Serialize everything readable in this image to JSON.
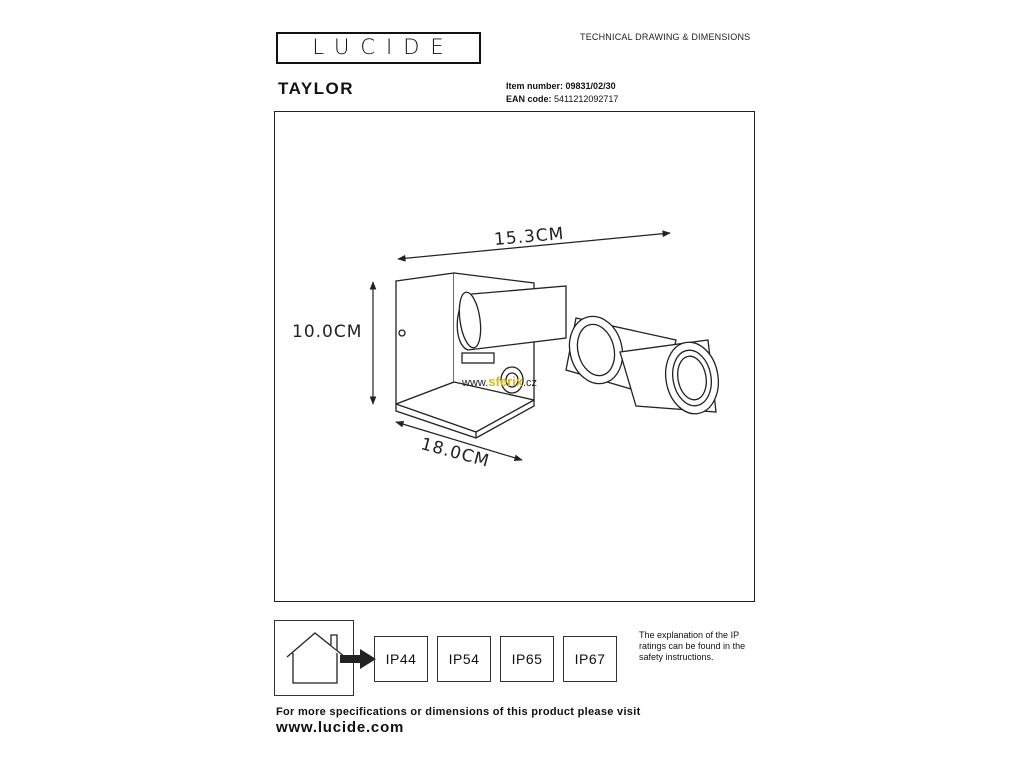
{
  "header": {
    "logo_text": "LUCIDE",
    "document_title": "TECHNICAL DRAWING & DIMENSIONS",
    "product_name": "TAYLOR",
    "item_number_label": "Item number:",
    "item_number_value": "09831/02/30",
    "ean_label": "EAN code:",
    "ean_value": "5411212092717"
  },
  "drawing": {
    "dimension_width": "15.3CM",
    "dimension_height": "10.0CM",
    "dimension_depth": "18.0CM",
    "watermark_prefix": "www.",
    "watermark_brand": "sferix",
    "watermark_suffix": ".cz"
  },
  "ip_ratings": {
    "options": [
      "IP44",
      "IP54",
      "IP65",
      "IP67"
    ],
    "selected": "IP44",
    "note": "The explanation of the IP ratings can be found in the safety instructions."
  },
  "footer": {
    "text": "For more specifications or dimensions of this product please visit",
    "url": "www.lucide.com"
  }
}
